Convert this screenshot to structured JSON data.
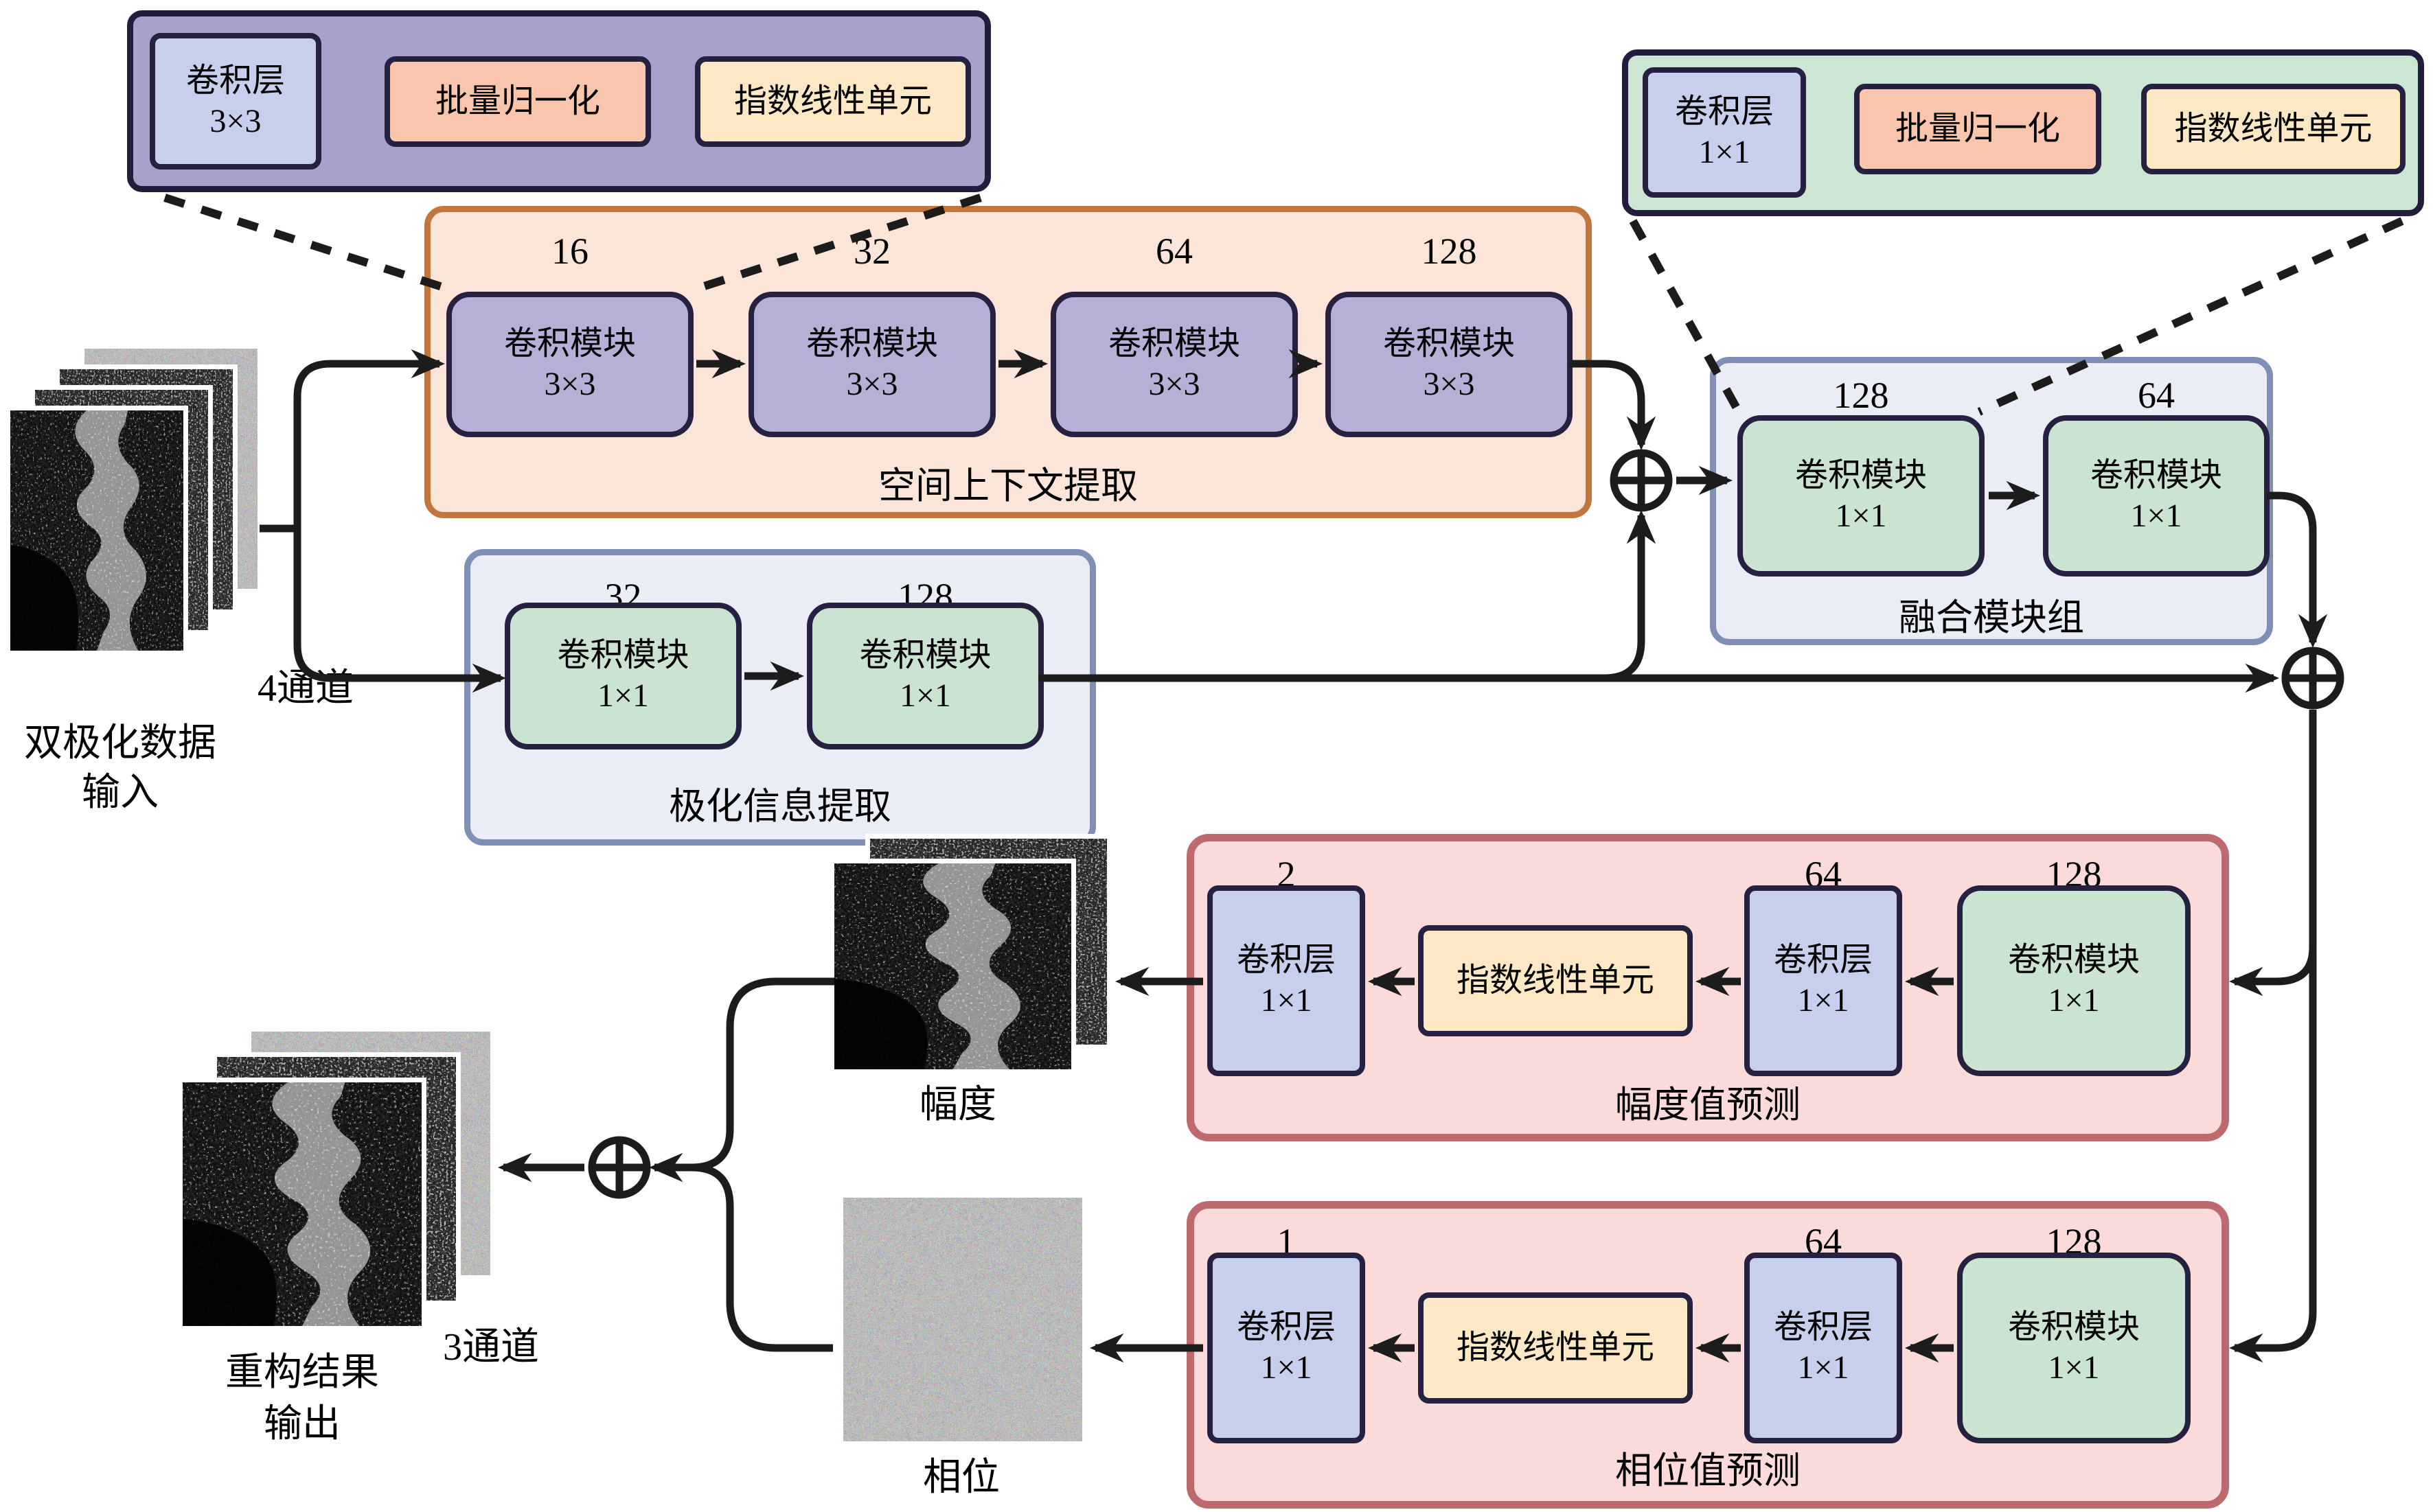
{
  "figure": {
    "type": "neural-network-architecture-diagram",
    "add_symbol": "⊕",
    "colors": {
      "purple_container": "#a7a2cb",
      "purple_module": "#b5b0d6",
      "blue_block": "#c6cfeb",
      "salmon_block": "#f9c6ad",
      "cream_block": "#fde8c5",
      "green_container": "#cde6d3",
      "green_module": "#cbe4d1",
      "orange_panel_bg": "#fbe5d8",
      "orange_panel_border": "#c0763c",
      "lavender_panel_bg": "#eaecf6",
      "lavender_panel_border": "#7f8fb5",
      "pink_panel_bg": "#fbdada",
      "pink_panel_border": "#bd6a6e",
      "line": "#1c1c1c"
    },
    "detail_3x3": {
      "conv_name": "卷积层",
      "conv_size": "3×3",
      "bn": "批量归一化",
      "elu": "指数线性单元"
    },
    "detail_1x1": {
      "conv_name": "卷积层",
      "conv_size": "1×1",
      "bn": "批量归一化",
      "elu": "指数线性单元"
    },
    "spatial": {
      "label": "空间上下文提取",
      "module_name": "卷积模块",
      "module_size": "3×3",
      "channels": [
        "16",
        "32",
        "64",
        "128"
      ]
    },
    "polar": {
      "label": "极化信息提取",
      "module_name": "卷积模块",
      "module_size": "1×1",
      "channels": [
        "32",
        "128"
      ]
    },
    "fusion": {
      "label": "融合模块组",
      "module_name": "卷积模块",
      "module_size": "1×1",
      "channels": [
        "128",
        "64"
      ]
    },
    "amp_head": {
      "label": "幅度值预测",
      "out_channels": "2",
      "mid_channels": "64",
      "in_channels": "128",
      "conv_name": "卷积层",
      "conv_size": "1×1",
      "elu": "指数线性单元",
      "module_name": "卷积模块",
      "module_size": "1×1"
    },
    "phase_head": {
      "label": "相位值预测",
      "out_channels": "1",
      "mid_channels": "64",
      "in_channels": "128",
      "conv_name": "卷积层",
      "conv_size": "1×1",
      "elu": "指数线性单元",
      "module_name": "卷积模块",
      "module_size": "1×1"
    },
    "input": {
      "channels": "4通道",
      "caption1": "双极化数据",
      "caption2": "输入"
    },
    "output": {
      "channels": "3通道",
      "caption1": "重构结果",
      "caption2": "输出"
    },
    "amplitude_caption": "幅度",
    "phase_caption": "相位"
  }
}
